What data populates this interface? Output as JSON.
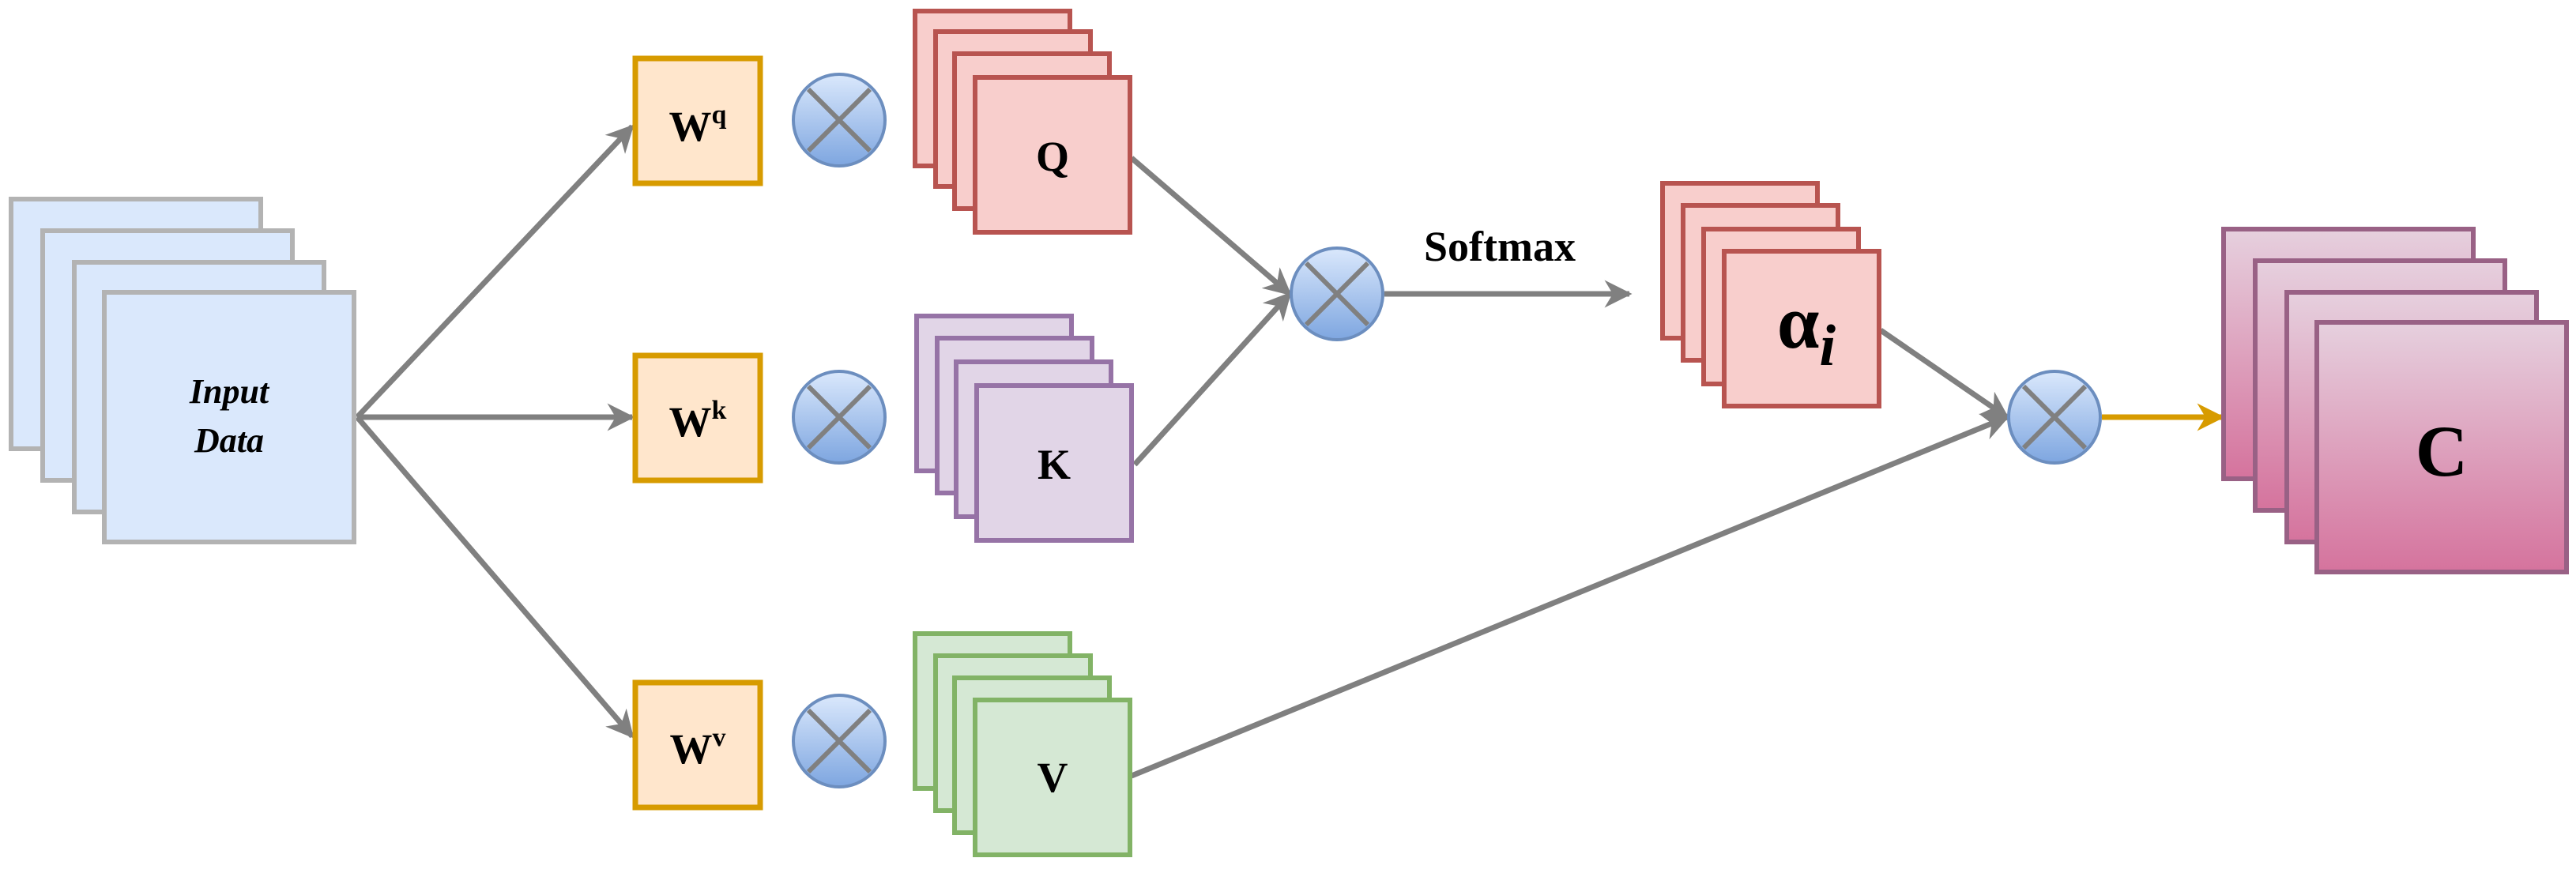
{
  "input": {
    "line1": "Input",
    "line2": "Data"
  },
  "weights": {
    "q": {
      "base": "W",
      "sup": "q"
    },
    "k": {
      "base": "W",
      "sup": "k"
    },
    "v": {
      "base": "W",
      "sup": "v"
    }
  },
  "outputs": {
    "q": "Q",
    "k": "K",
    "v": "V"
  },
  "softmax": "Softmax",
  "alpha": {
    "base": "α",
    "sub": "i"
  },
  "context": "C",
  "colors": {
    "arrow": "#808080",
    "output_arrow": "#d79b00",
    "input_fill": "#dae8fc",
    "input_stroke": "#b3b3b3",
    "weight_fill": "#ffe6cc",
    "weight_stroke": "#d79b00",
    "q_fill": "#f8cecc",
    "q_stroke": "#b85450",
    "k_fill": "#e1d5e7",
    "k_stroke": "#9673a6",
    "v_fill": "#d5e8d4",
    "v_stroke": "#82b366",
    "c_top": "#e6d0de",
    "c_bottom": "#d5739d",
    "c_stroke": "#996185",
    "op_top": "#dae8fc",
    "op_bottom": "#7ea6e0",
    "op_stroke": "#6c8ebf"
  }
}
